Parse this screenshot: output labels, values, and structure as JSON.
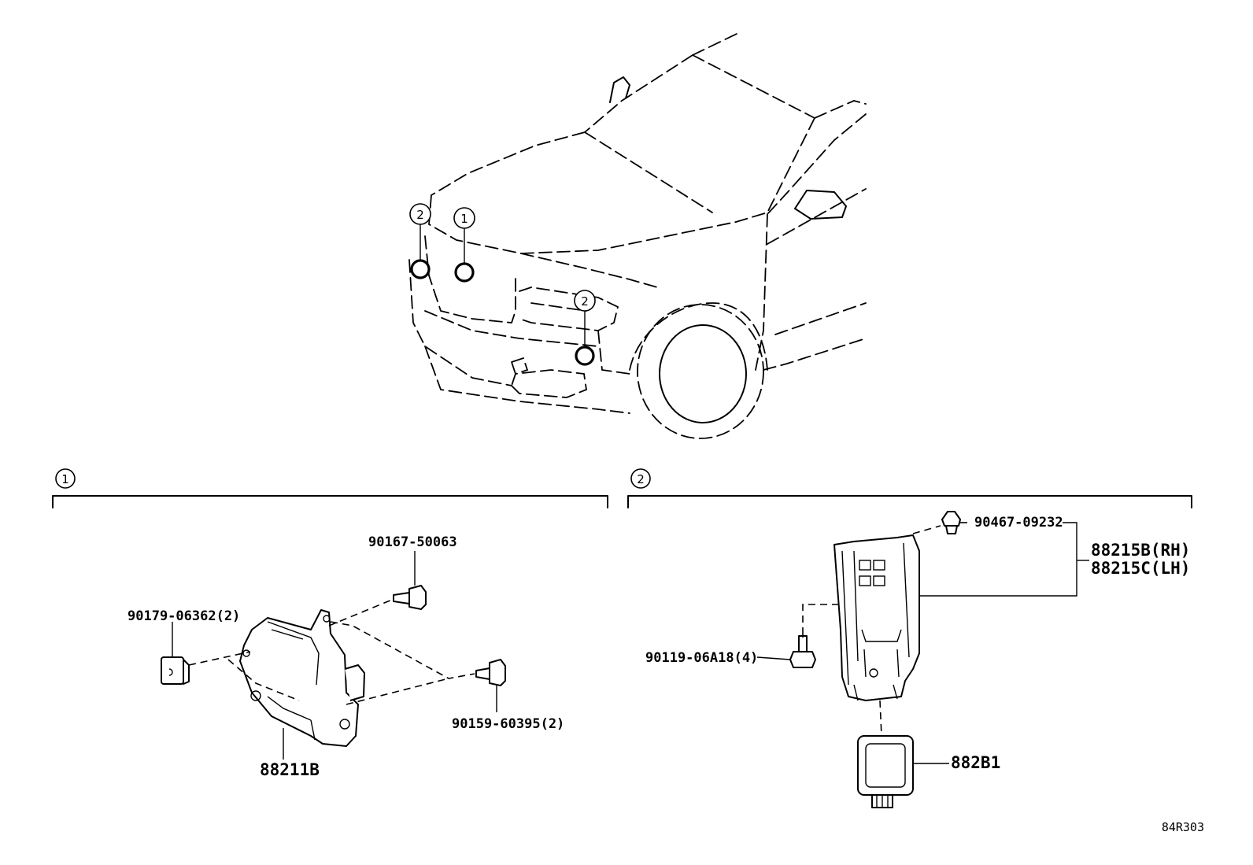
{
  "overview": {
    "callouts": [
      {
        "id": "callout-1-front-center",
        "num": "1"
      },
      {
        "id": "callout-2-left",
        "num": "2"
      },
      {
        "id": "callout-2-right",
        "num": "2"
      }
    ]
  },
  "section1": {
    "number": "1",
    "parts": {
      "bolt_top": "90167-50063",
      "nut": "90179-06362(2)",
      "bolt_right": "90159-60395(2)",
      "sensor": "88211B"
    }
  },
  "section2": {
    "number": "2",
    "parts": {
      "clip": "90467-09232",
      "bracket_rh": "88215B(RH)",
      "bracket_lh": "88215C(LH)",
      "bolt": "90119-06A18(4)",
      "sensor": "882B1"
    }
  },
  "reference_code": "84R303"
}
